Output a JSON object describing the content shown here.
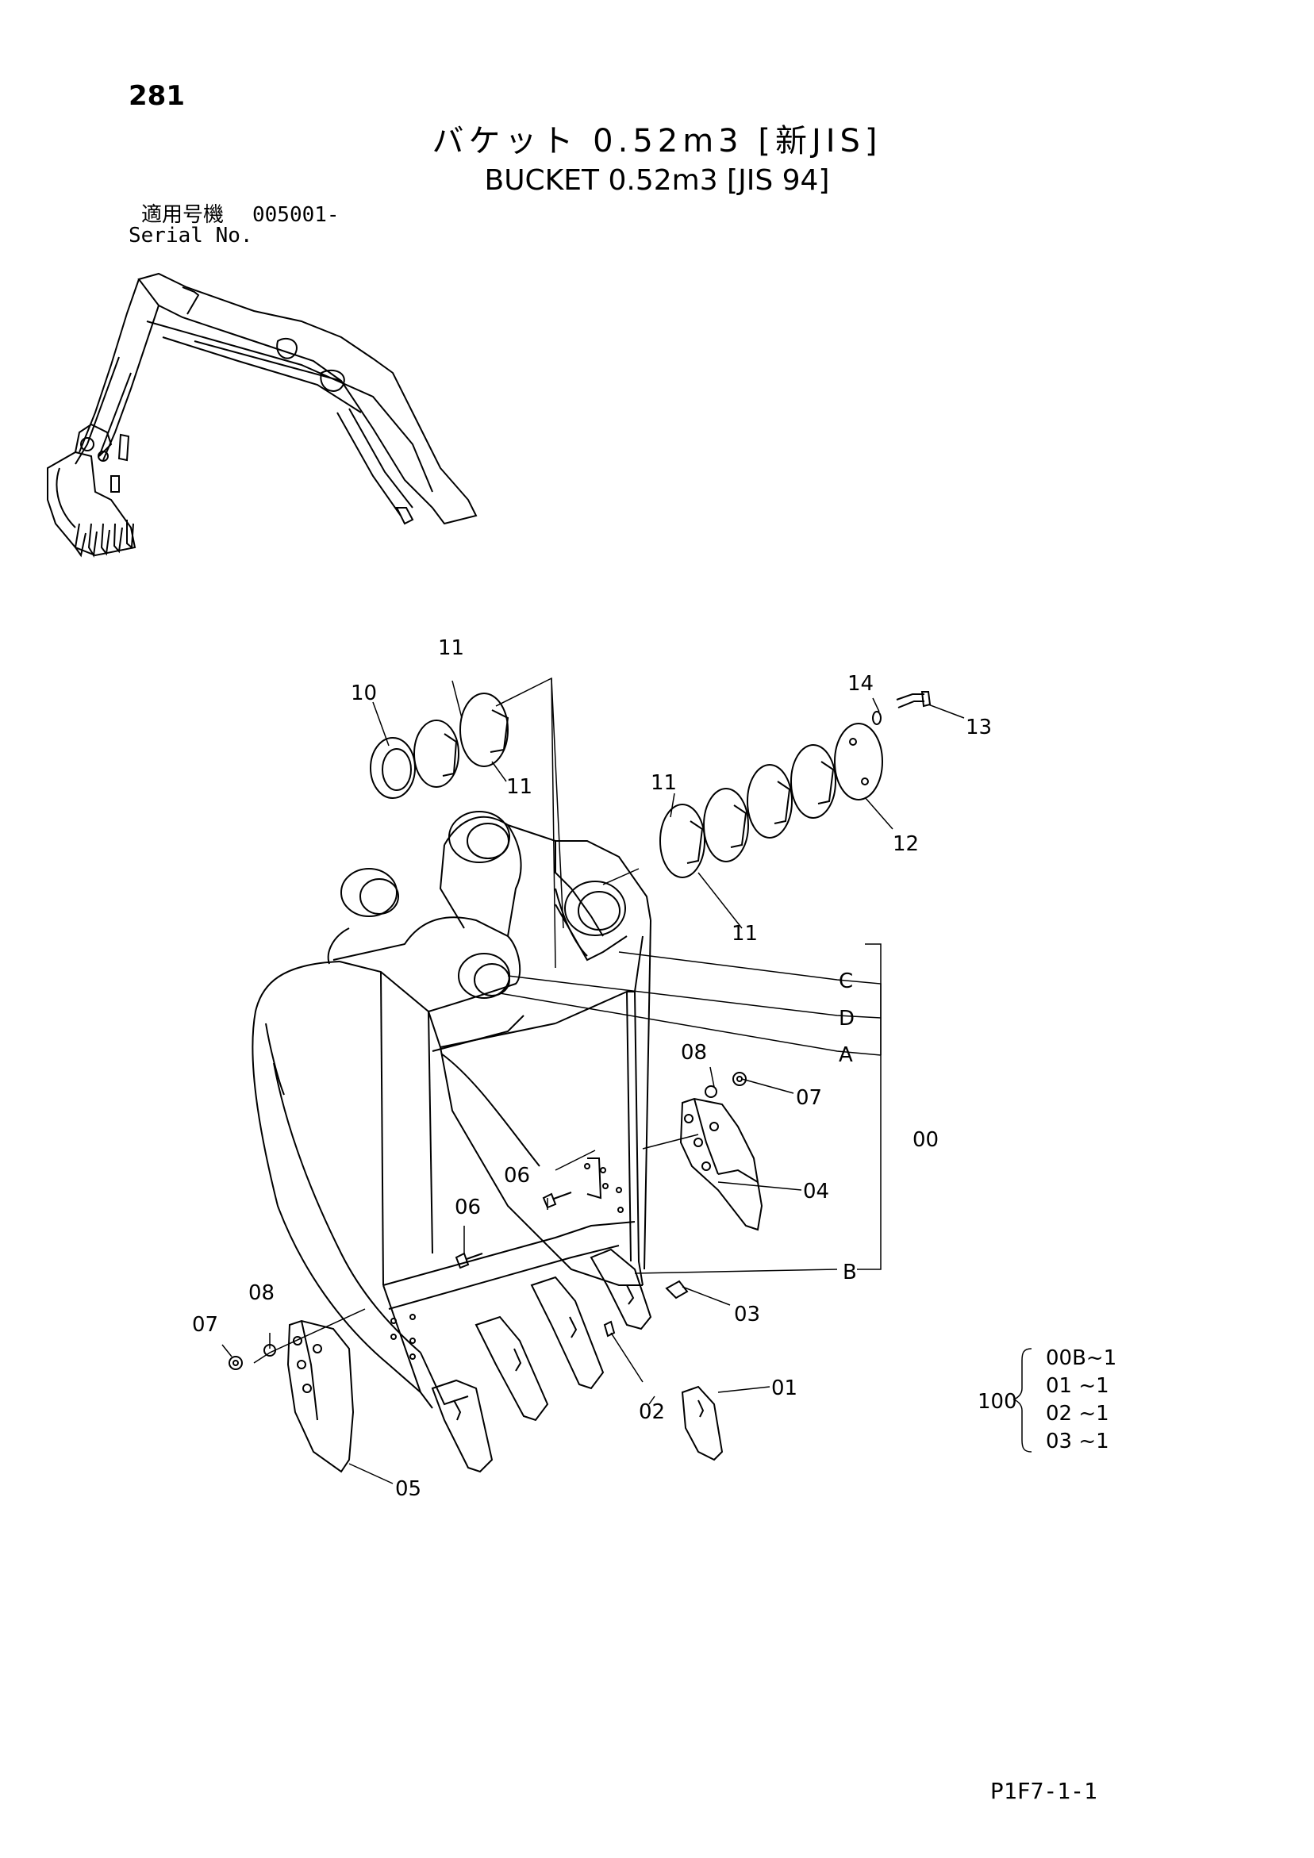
{
  "page_number": "281",
  "title_jp": "バケット 0.52m3 [新JIS]",
  "title_en": "BUCKET 0.52m3 [JIS 94]",
  "serial": {
    "label_jp": "適用号機",
    "label_en": "Serial No.",
    "value": "005001-"
  },
  "callouts": {
    "c01": "01",
    "c02": "02",
    "c03": "03",
    "c04": "04",
    "c05": "05",
    "c06a": "06",
    "c06b": "06",
    "c07a": "07",
    "c07b": "07",
    "c08a": "08",
    "c08b": "08",
    "c10": "10",
    "c11a": "11",
    "c11b": "11",
    "c11c": "11",
    "c11d": "11",
    "c12": "12",
    "c13": "13",
    "c14": "14",
    "cA": "A",
    "cB": "B",
    "cC": "C",
    "cD": "D",
    "c00": "00"
  },
  "kit": {
    "number": "100",
    "items": [
      "00B~1",
      "01  ~1",
      "02  ~1",
      "03  ~1"
    ]
  },
  "document_code": "P1F7-1-1"
}
